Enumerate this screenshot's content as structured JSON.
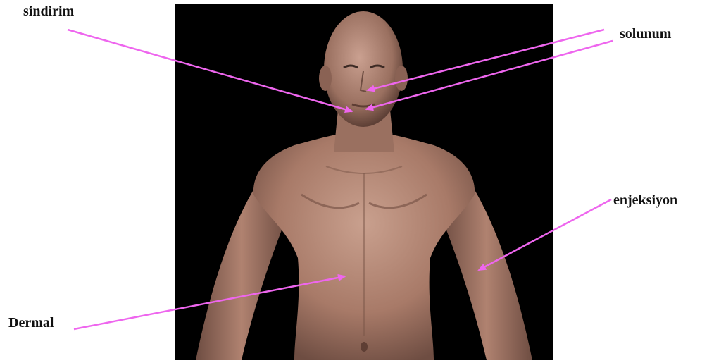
{
  "labels": {
    "sindirim": "sindirim",
    "solunum": "solunum",
    "enjeksiyon": "enjeksiyon",
    "dermal": "Dermal"
  },
  "colors": {
    "arrow": "#ee66ee",
    "photo_background": "#000000",
    "skin_light": "#c49a88",
    "skin_mid": "#a87a68",
    "skin_dark": "#6e4d42"
  }
}
